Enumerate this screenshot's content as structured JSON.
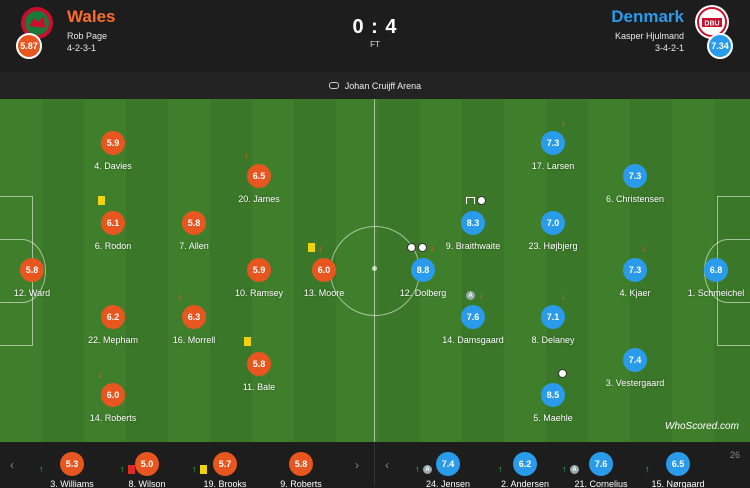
{
  "header": {
    "home": {
      "name": "Wales",
      "coach": "Rob Page",
      "formation": "4-2-3-1",
      "rating": "5.87",
      "color": "#e8561f"
    },
    "away": {
      "name": "Denmark",
      "coach": "Kasper Hjulmand",
      "formation": "3-4-2-1",
      "rating": "7.34",
      "color": "#2a9bea"
    },
    "score": "0 : 4",
    "status": "FT"
  },
  "venue": {
    "name": "Johan Cruijff Arena",
    "icon": "stadium-icon"
  },
  "home_players": [
    {
      "label": "12. Ward",
      "rating": "5.8"
    },
    {
      "label": "4. Davies",
      "rating": "5.9"
    },
    {
      "label": "6. Rodon",
      "rating": "6.1"
    },
    {
      "label": "22. Mepham",
      "rating": "6.2"
    },
    {
      "label": "14. Roberts",
      "rating": "6.0"
    },
    {
      "label": "7. Allen",
      "rating": "5.8"
    },
    {
      "label": "16. Morrell",
      "rating": "6.3"
    },
    {
      "label": "20. James",
      "rating": "6.5"
    },
    {
      "label": "10. Ramsey",
      "rating": "5.9"
    },
    {
      "label": "11. Bale",
      "rating": "5.8"
    },
    {
      "label": "13. Moore",
      "rating": "6.0"
    }
  ],
  "away_players": [
    {
      "label": "1. Schmeichel",
      "rating": "6.8"
    },
    {
      "label": "6. Christensen",
      "rating": "7.3"
    },
    {
      "label": "4. Kjaer",
      "rating": "7.3"
    },
    {
      "label": "3. Vestergaard",
      "rating": "7.4"
    },
    {
      "label": "17. Larsen",
      "rating": "7.3"
    },
    {
      "label": "23. Højbjerg",
      "rating": "7.0"
    },
    {
      "label": "8. Delaney",
      "rating": "7.1"
    },
    {
      "label": "5. Maehle",
      "rating": "8.5"
    },
    {
      "label": "9. Braithwaite",
      "rating": "8.3"
    },
    {
      "label": "14. Damsgaard",
      "rating": "7.6"
    },
    {
      "label": "12. Dolberg",
      "rating": "8.8"
    }
  ],
  "bench": {
    "home": [
      {
        "label": "3. Williams",
        "rating": "5.3"
      },
      {
        "label": "8. Wilson",
        "rating": "5.0"
      },
      {
        "label": "19. Brooks",
        "rating": "5.7"
      },
      {
        "label": "9. Roberts",
        "rating": "5.8"
      }
    ],
    "away": [
      {
        "label": "24. Jensen",
        "rating": "7.4"
      },
      {
        "label": "2. Andersen",
        "rating": "6.2"
      },
      {
        "label": "21. Cornelius",
        "rating": "7.6"
      },
      {
        "label": "15. Nørgaard",
        "rating": "6.5"
      }
    ],
    "prev": "‹",
    "next": "›",
    "minute_right": "26"
  },
  "branding": "WhoScored.com"
}
